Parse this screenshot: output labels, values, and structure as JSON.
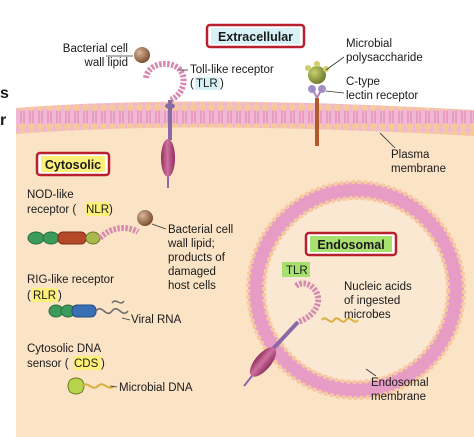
{
  "regions": {
    "extracellular": "Extracellular",
    "cytosolic": "Cytosolic",
    "endosomal": "Endosomal"
  },
  "edge_text": [
    "s",
    "r"
  ],
  "labels": {
    "bacterial_cell_wall_lipid": [
      "Bacterial cell",
      "wall lipid"
    ],
    "tlr_top": [
      "Toll-like receptor",
      "(",
      "TLR",
      ")"
    ],
    "microbial_polysaccharide": [
      "Microbial",
      "polysaccharide"
    ],
    "c_type_lectin": [
      "C-type",
      "lectin receptor"
    ],
    "plasma_membrane": [
      "Plasma",
      "membrane"
    ],
    "nlr": [
      "NOD-like",
      "receptor (",
      "NLR",
      ")"
    ],
    "bacterial_products": [
      "Bacterial cell",
      "wall lipid;",
      "products of",
      "damaged",
      "host cells"
    ],
    "rlr": [
      "RIG-like receptor",
      "(",
      "RLR",
      ")"
    ],
    "viral_rna": "Viral RNA",
    "cds": [
      "Cytosolic DNA",
      "sensor (",
      "CDS",
      ")"
    ],
    "microbial_dna": "Microbial DNA",
    "tlr_endosome": "TLR",
    "nucleic_acids": [
      "Nucleic acids",
      "of ingested",
      "microbes"
    ],
    "endosomal_membrane": [
      "Endosomal",
      "membrane"
    ]
  },
  "colors": {
    "cytosol": "#fbe3c6",
    "membrane_head": "#f7c9a0",
    "membrane_tail": "#e79cc6",
    "receptor_pink": "#b54b7d",
    "receptor_stalk": "#8a6aa6",
    "highlight_yellow": "#fdf07a",
    "highlight_green": "#a8e070",
    "box_border": "#b8202e"
  }
}
